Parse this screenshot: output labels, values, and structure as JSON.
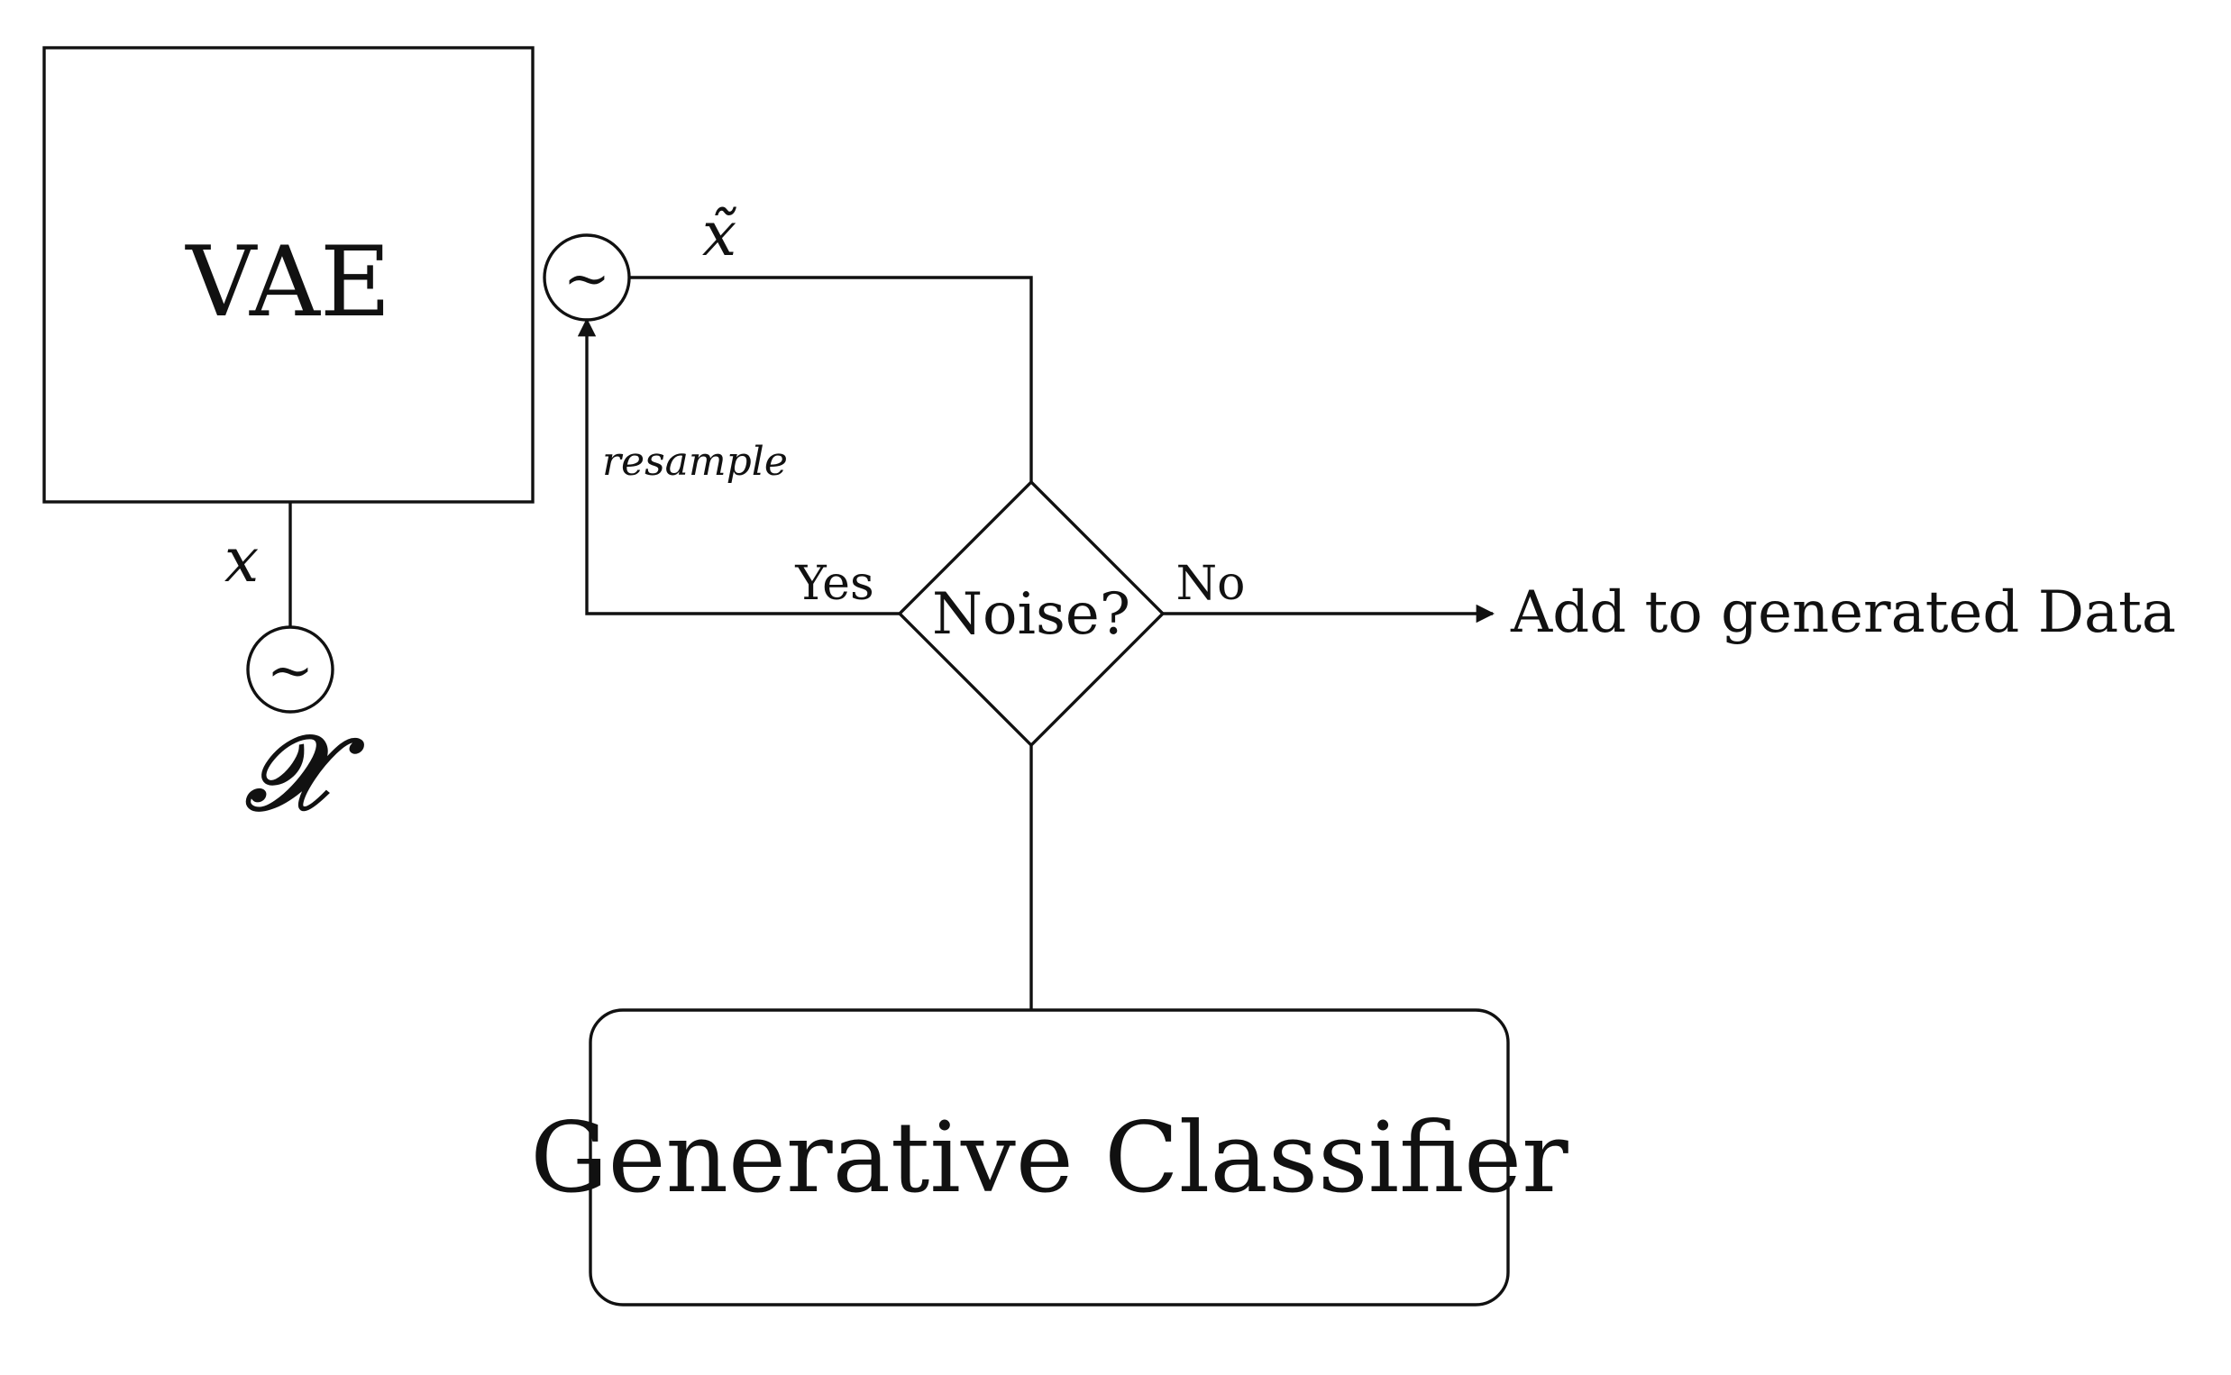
{
  "nodes": {
    "vae": "VAE",
    "decision": "Noise?",
    "classifier": "Generative Classifier",
    "output": "Add to generated Data",
    "data_set_symbol": "𝒳"
  },
  "labels": {
    "x": "x",
    "x_tilde": "x̃",
    "resample": "resample",
    "yes": "Yes",
    "no": "No"
  },
  "symbols": {
    "sampler_top": "~",
    "sampler_bottom": "~"
  },
  "colors": {
    "line": "#111111",
    "background": "#ffffff"
  }
}
